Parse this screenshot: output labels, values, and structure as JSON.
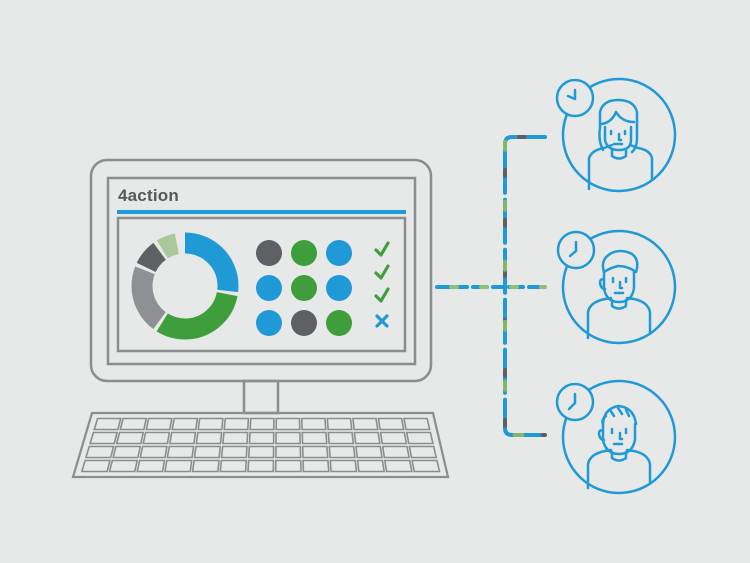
{
  "app": {
    "name": "4action"
  },
  "colors": {
    "background": "#e7e8e8",
    "outline": "#8b8e90",
    "accent_blue": "#1f9ad6",
    "green": "#3e9e3c",
    "light_green": "#a9c99a",
    "dark_gray": "#5e6163",
    "mid_gray": "#8e9193"
  },
  "dashboard": {
    "donut_segments": [
      {
        "color": "accent_blue",
        "fraction": 0.28
      },
      {
        "color": "green",
        "fraction": 0.32
      },
      {
        "color": "mid_gray",
        "fraction": 0.22
      },
      {
        "color": "dark_gray",
        "fraction": 0.09
      },
      {
        "color": "light_green",
        "fraction": 0.07
      }
    ],
    "dot_grid": [
      [
        "dark_gray",
        "green",
        "accent_blue"
      ],
      [
        "accent_blue",
        "green",
        "accent_blue"
      ],
      [
        "accent_blue",
        "dark_gray",
        "green"
      ]
    ],
    "status_marks": [
      "check",
      "check",
      "check",
      "cross"
    ]
  },
  "people": [
    {
      "avatar": "woman-avatar",
      "icon": "clock-icon"
    },
    {
      "avatar": "man-avatar",
      "icon": "clock-icon"
    },
    {
      "avatar": "bald-man-avatar",
      "icon": "clock-icon"
    }
  ]
}
